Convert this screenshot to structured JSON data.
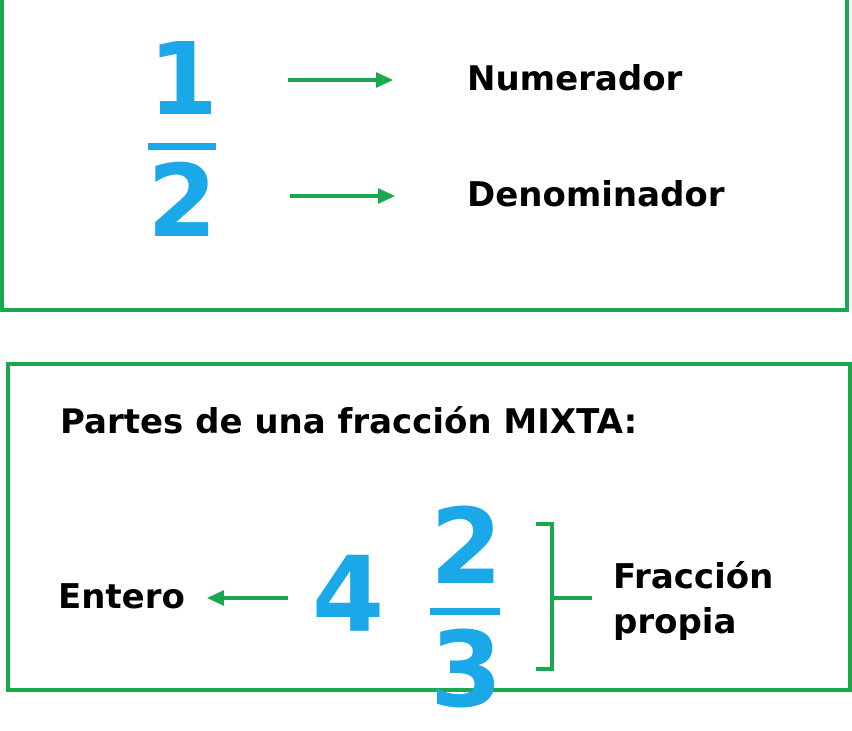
{
  "colors": {
    "border": "#1aa84f",
    "arrow": "#1aa84f",
    "digit": "#1aa8e8",
    "text": "#000000"
  },
  "simple_fraction": {
    "numerator": "1",
    "denominator": "2",
    "numerator_label": "Numerador",
    "denominator_label": "Denominador"
  },
  "mixed_fraction": {
    "heading": "Partes de una fracción MIXTA:",
    "whole": "4",
    "numerator": "2",
    "denominator": "3",
    "whole_label": "Entero",
    "fraction_label_line1": "Fracción",
    "fraction_label_line2": "propia"
  }
}
